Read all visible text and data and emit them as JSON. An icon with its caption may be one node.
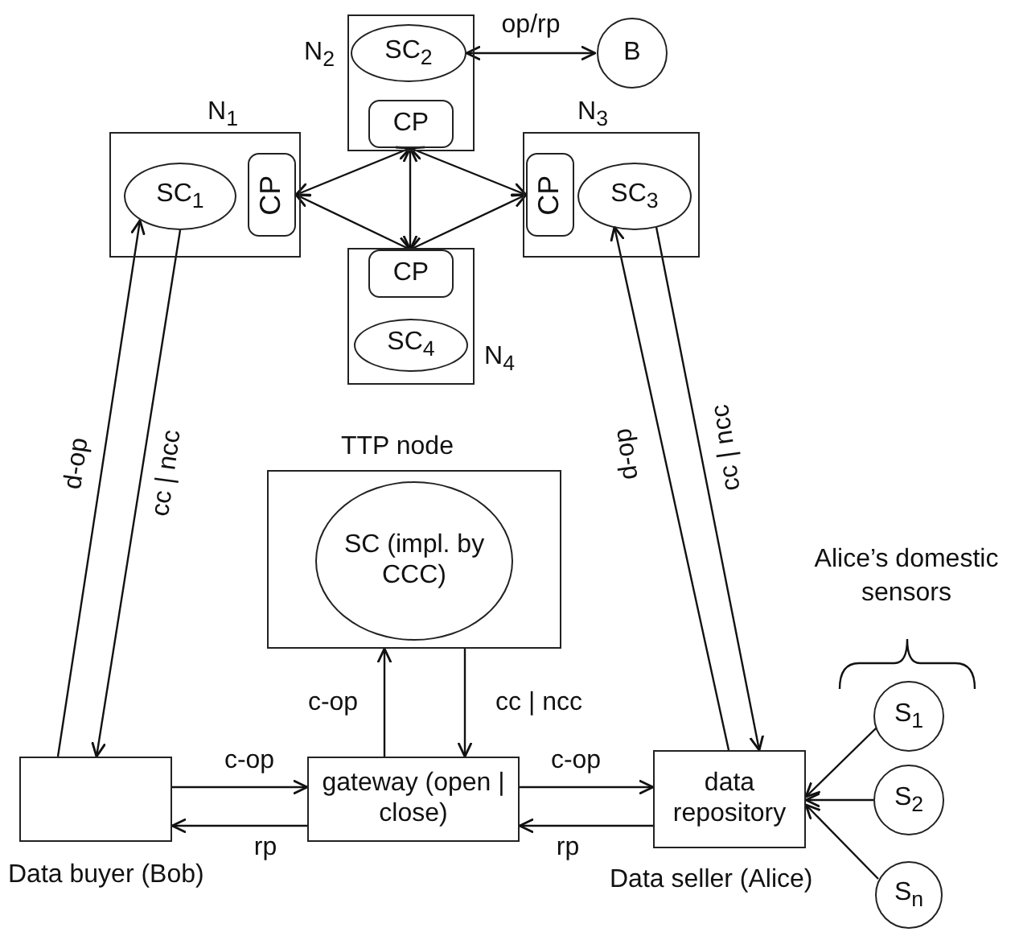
{
  "diagram": {
    "nodes": [
      {
        "text": [
          "N$_{1}$"
        ]
      },
      {
        "text": [
          "SC$_{1}$"
        ],
        "in": 0
      },
      {
        "text": [
          "CP"
        ],
        "in": 0
      },
      {
        "text": [
          "N$_{2}$"
        ]
      },
      {
        "text": [
          "SC$_{2}$"
        ],
        "in": 3
      },
      {
        "text": [
          "CP"
        ],
        "in": 3
      },
      {
        "text": [
          "B"
        ]
      },
      {
        "text": [
          "N$_{3}$"
        ]
      },
      {
        "text": [
          "CP"
        ],
        "in": 7
      },
      {
        "text": [
          "SC$_{3}$"
        ],
        "in": 7
      },
      {
        "text": [
          "N$_{4}$"
        ]
      },
      {
        "text": [
          "CP"
        ],
        "in": 10
      },
      {
        "text": [
          "SC$_{4}$"
        ],
        "in": 10
      },
      {
        "text": [
          "TTP node"
        ]
      },
      {
        "text": [
          "SC (impl. by CCC)"
        ],
        "in": 13
      },
      {
        "text": [],
        "shape": "box",
        "beside": [
          "Data buyer (Bob)"
        ]
      },
      {
        "text": [
          "gateway (open | close)"
        ]
      },
      {
        "text": [
          "data repository"
        ],
        "beside": [
          "Data seller (Alice)"
        ]
      },
      {
        "text": [
          "S$_{1}$"
        ]
      },
      {
        "text": [
          "S$_{2}$"
        ]
      },
      {
        "text": [
          "S$_{n}$"
        ]
      }
    ],
    "edges": [
      {
        "from": 4,
        "to": 6,
        "arrow": "both",
        "label": "op/rp"
      },
      {
        "from": 2,
        "to": 5,
        "arrow": "both"
      },
      {
        "from": 5,
        "to": 8,
        "arrow": "both"
      },
      {
        "from": 2,
        "to": 11,
        "arrow": "both"
      },
      {
        "from": 5,
        "to": 11,
        "arrow": "both"
      },
      {
        "from": 11,
        "to": 8,
        "arrow": "both"
      },
      {
        "from": 15,
        "to": 1,
        "arrow": "to",
        "label": "d-op"
      },
      {
        "from": 1,
        "to": 15,
        "arrow": "to",
        "label": "cc | ncc"
      },
      {
        "from": 17,
        "to": 9,
        "arrow": "to",
        "label": "d-op"
      },
      {
        "from": 9,
        "to": 17,
        "arrow": "to",
        "label": "cc | ncc"
      },
      {
        "from": 16,
        "to": 13,
        "arrow": "to",
        "label": "c-op"
      },
      {
        "from": 13,
        "to": 16,
        "arrow": "to",
        "label": "cc | ncc"
      },
      {
        "from": 15,
        "to": 16,
        "arrow": "to",
        "label": "c-op"
      },
      {
        "from": 16,
        "to": 15,
        "arrow": "to",
        "label": "rp"
      },
      {
        "from": 16,
        "to": 17,
        "arrow": "to",
        "label": "c-op"
      },
      {
        "from": 17,
        "to": 16,
        "arrow": "to",
        "label": "rp"
      },
      {
        "from": 18,
        "to": 17,
        "arrow": "to"
      },
      {
        "from": 19,
        "to": 17,
        "arrow": "to"
      },
      {
        "from": 20,
        "to": 17,
        "arrow": "to"
      }
    ],
    "labels": [
      "Alice’s domestic sensors"
    ]
  }
}
